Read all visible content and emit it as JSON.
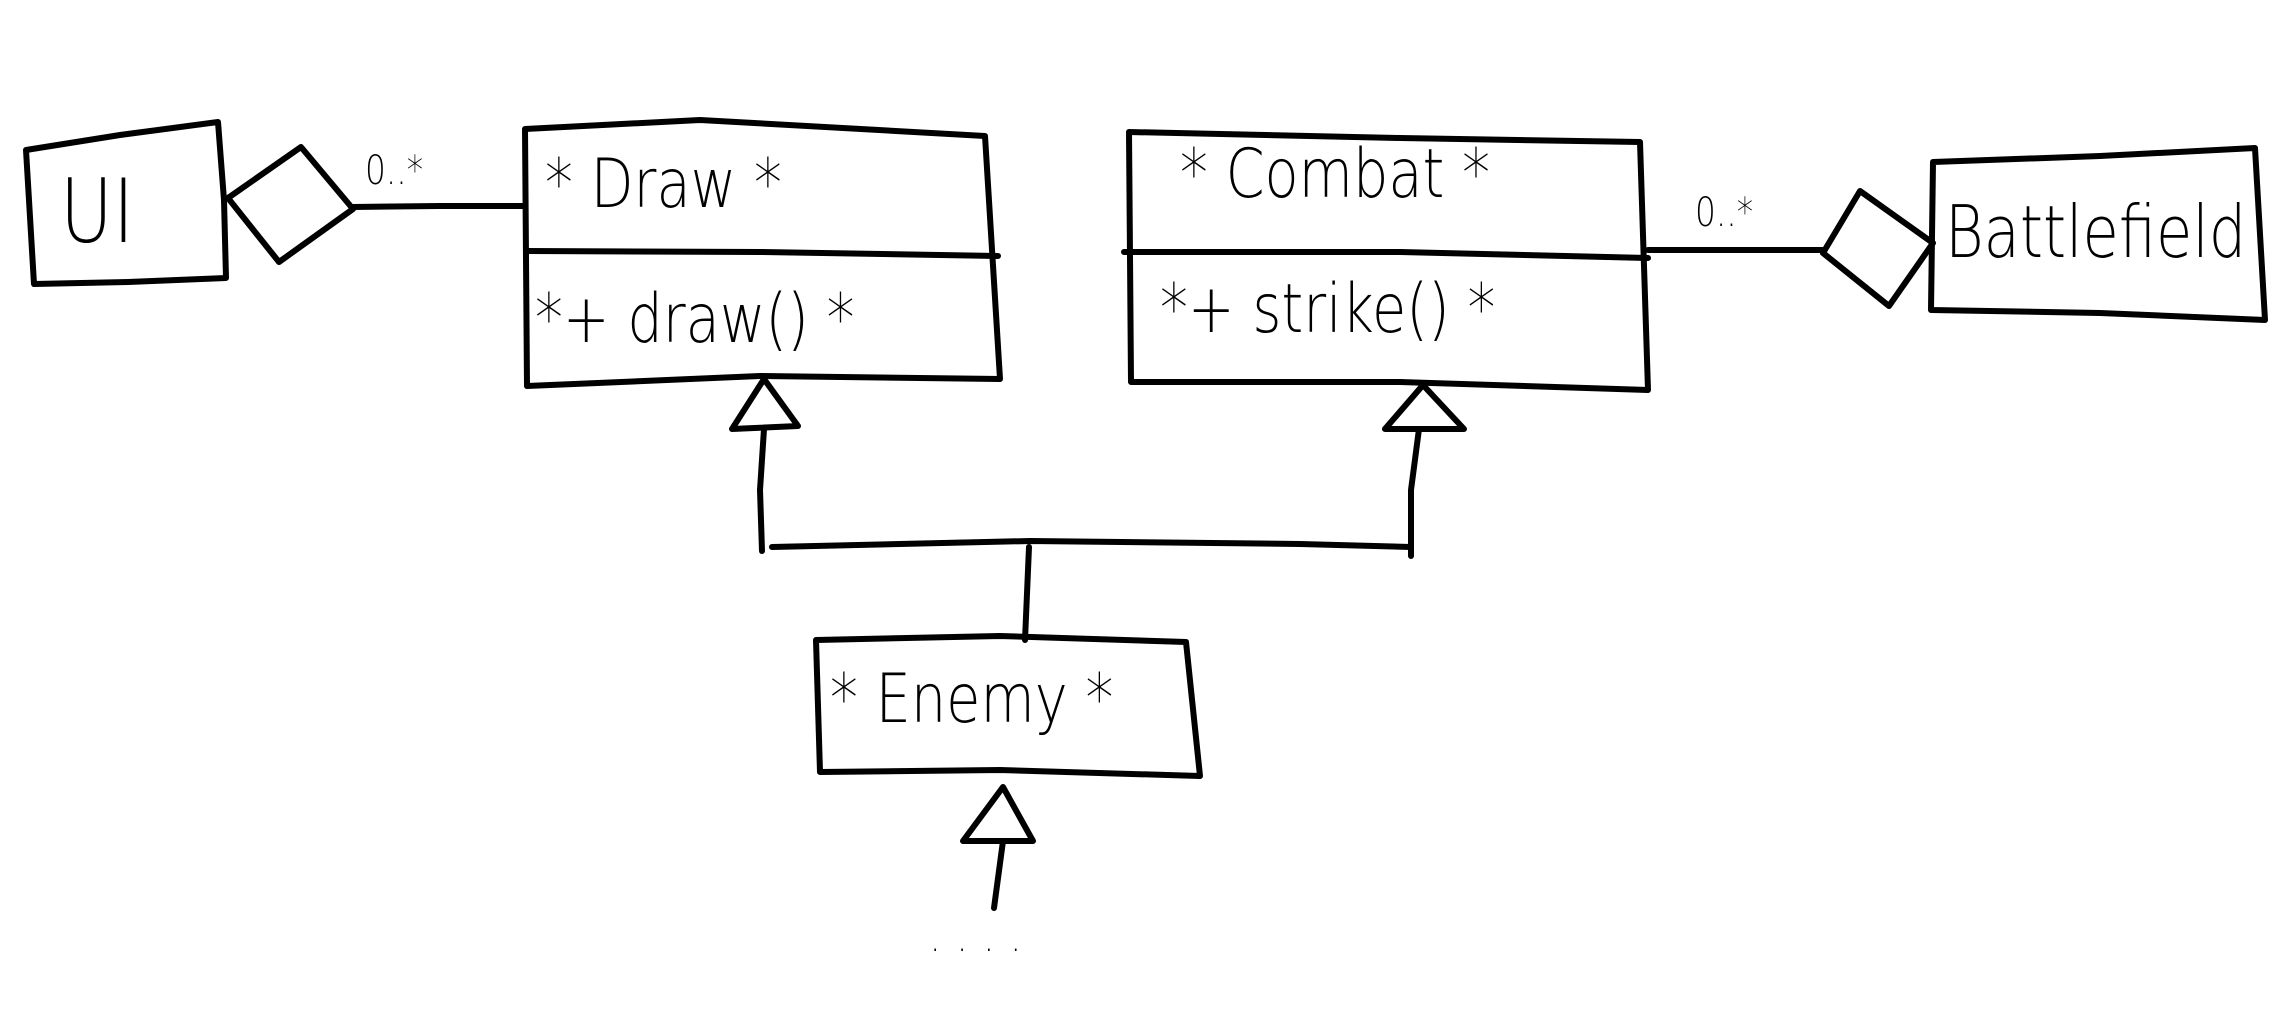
{
  "diagram": {
    "ui_class": {
      "name": "UI"
    },
    "draw_class": {
      "name": "* Draw *",
      "method": "*+ draw() *"
    },
    "combat_class": {
      "name": "* Combat *",
      "method": "*+ strike() *"
    },
    "battlefield_class": {
      "name": "Battlefield"
    },
    "enemy_class": {
      "name": "* Enemy *"
    },
    "ui_draw_multiplicity": "0..*",
    "combat_battlefield_multiplicity": "0..*",
    "continuation": "...."
  }
}
